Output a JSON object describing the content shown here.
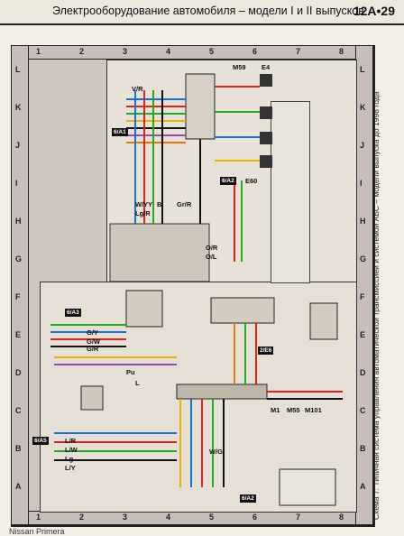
{
  "header": {
    "title": "Электрооборудование автомобиля – модели I и II выпусков",
    "page": "12А•29"
  },
  "grid": {
    "letters": [
      "L",
      "K",
      "J",
      "I",
      "H",
      "G",
      "F",
      "E",
      "D",
      "C",
      "B",
      "A"
    ],
    "numbers": [
      "1",
      "2",
      "3",
      "4",
      "5",
      "6",
      "7",
      "8"
    ]
  },
  "caption": "Схема 7: Типичная система управления автоматической трансмиссией и системой АБС – модели выпуска до 1998 года",
  "footer": "Nissan Primera",
  "labels": {
    "vr": "V/R",
    "wy": "W/Y",
    "y": "Y",
    "b": "B",
    "lgr": "Lg/R",
    "grr": "Gr/R",
    "gy": "G/Y",
    "gw": "G/W",
    "gr": "G/R",
    "or": "O/R",
    "ol": "O/L",
    "pu": "Pu",
    "l": "L",
    "lr": "L/R",
    "lw": "L/W",
    "lg": "Lg",
    "ly": "L/Y",
    "wg": "W/G",
    "m1": "M1",
    "m55": "M55",
    "m101": "M101",
    "e60": "E60",
    "e4": "E4",
    "m59": "M59"
  },
  "arrows": {
    "a1": "6/A1",
    "a2": "6/A2",
    "a3": "6/A3",
    "a5": "6/A5",
    "a6": "2/E6",
    "a7": "6/A2"
  }
}
